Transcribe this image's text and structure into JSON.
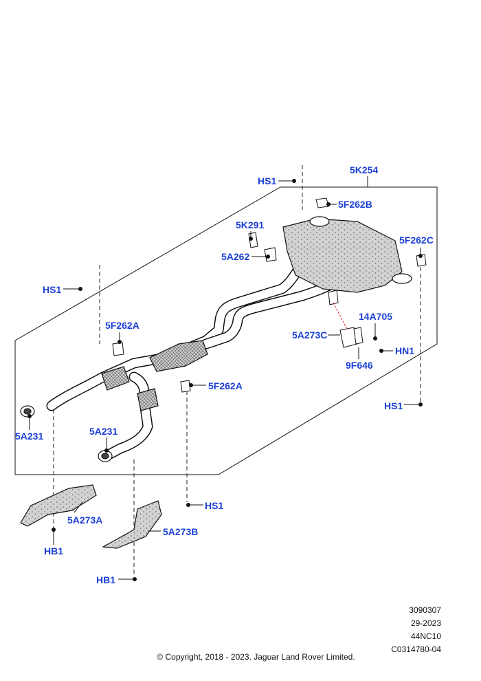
{
  "callouts": {
    "hs1_top": "HS1",
    "k254": "5K254",
    "f262b": "5F262B",
    "k291": "5K291",
    "a262": "5A262",
    "f262c": "5F262C",
    "hs1_left": "HS1",
    "a705": "14A705",
    "f262a_upper": "5F262A",
    "a273c": "5A273C",
    "hn1": "HN1",
    "f646": "9F646",
    "f262a_lower": "5F262A",
    "hs1_right": "HS1",
    "a231_left": "5A231",
    "a231_mid": "5A231",
    "hs1_bottom": "HS1",
    "a273a": "5A273A",
    "a273b": "5A273B",
    "hb1_left": "HB1",
    "hb1_bottom": "HB1"
  },
  "meta": {
    "number": "3090307",
    "date": "29-2023",
    "code": "44NC10",
    "ref": "C0314780-04"
  },
  "copyright": "© Copyright, 2018 - 2023. Jaguar Land Rover Limited.",
  "colors": {
    "callout": "#1a3fd6",
    "line": "#111111",
    "leader_red": "#e02020"
  }
}
